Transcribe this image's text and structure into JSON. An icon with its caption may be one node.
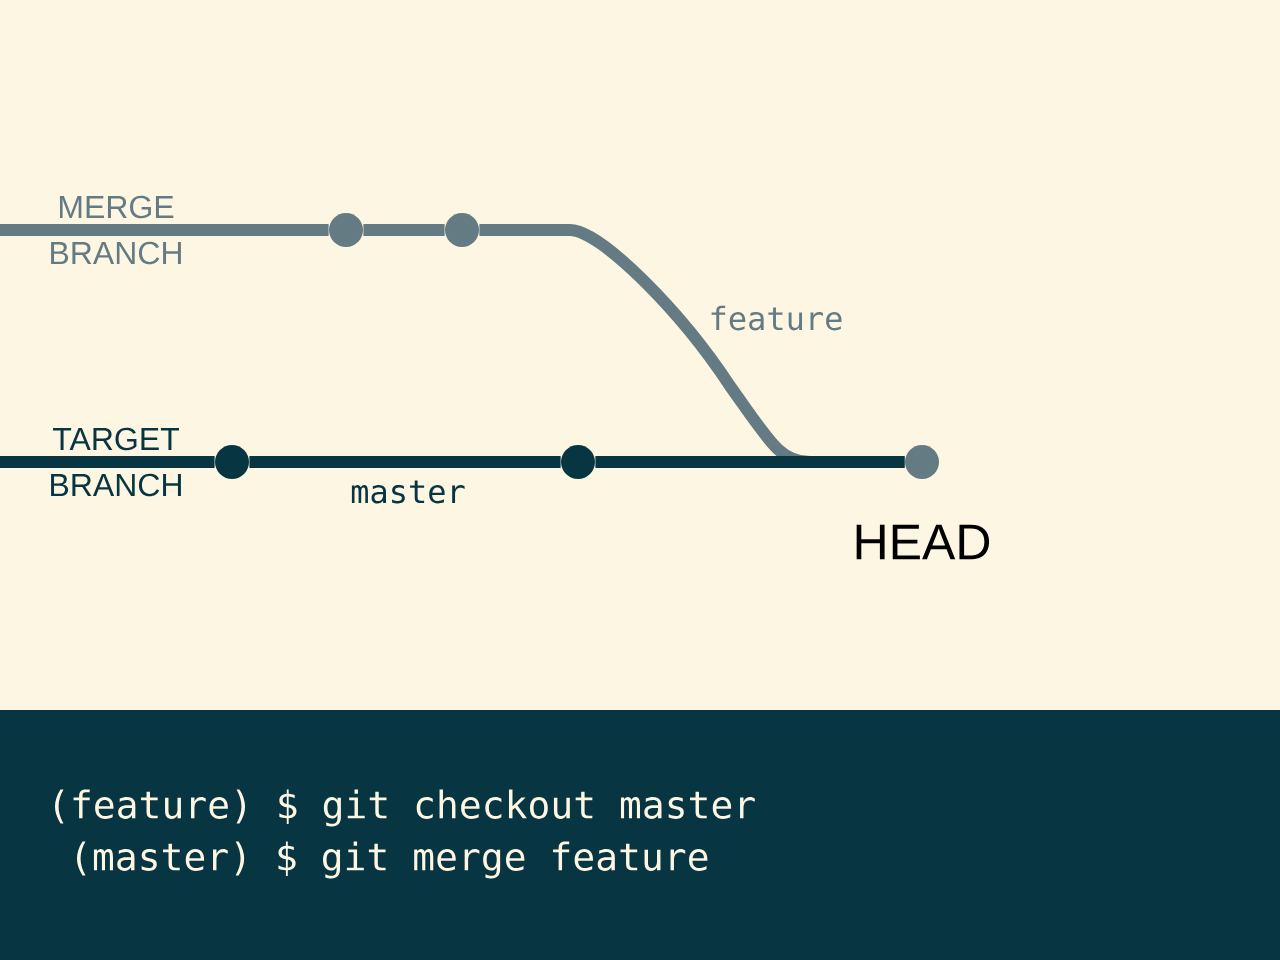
{
  "diagram": {
    "nodes": [
      {
        "text": [],
        "shape": "circle"
      },
      {
        "text": [],
        "shape": "circle"
      },
      {
        "text": [],
        "shape": "circle"
      },
      {
        "text": [],
        "shape": "circle"
      },
      {
        "text": [],
        "shape": "circle",
        "beside": [
          "HEAD"
        ]
      }
    ],
    "edges": [
      {
        "from": null,
        "to": 0,
        "arrow": "none",
        "color": "#657b83"
      },
      {
        "from": 0,
        "to": 1,
        "arrow": "none",
        "color": "#657b83"
      },
      {
        "from": 1,
        "to": 4,
        "arrow": "none",
        "color": "#657b83",
        "label": "feature"
      },
      {
        "from": null,
        "to": 2,
        "arrow": "none",
        "color": "#073642"
      },
      {
        "from": 2,
        "to": 3,
        "arrow": "none",
        "color": "#073642",
        "label": "master"
      },
      {
        "from": 3,
        "to": 4,
        "arrow": "none",
        "color": "#073642"
      }
    ],
    "labels": [
      "MERGE BRANCH",
      "TARGET BRANCH",
      "(feature) $ git checkout master",
      "(master) $ git merge feature"
    ]
  }
}
